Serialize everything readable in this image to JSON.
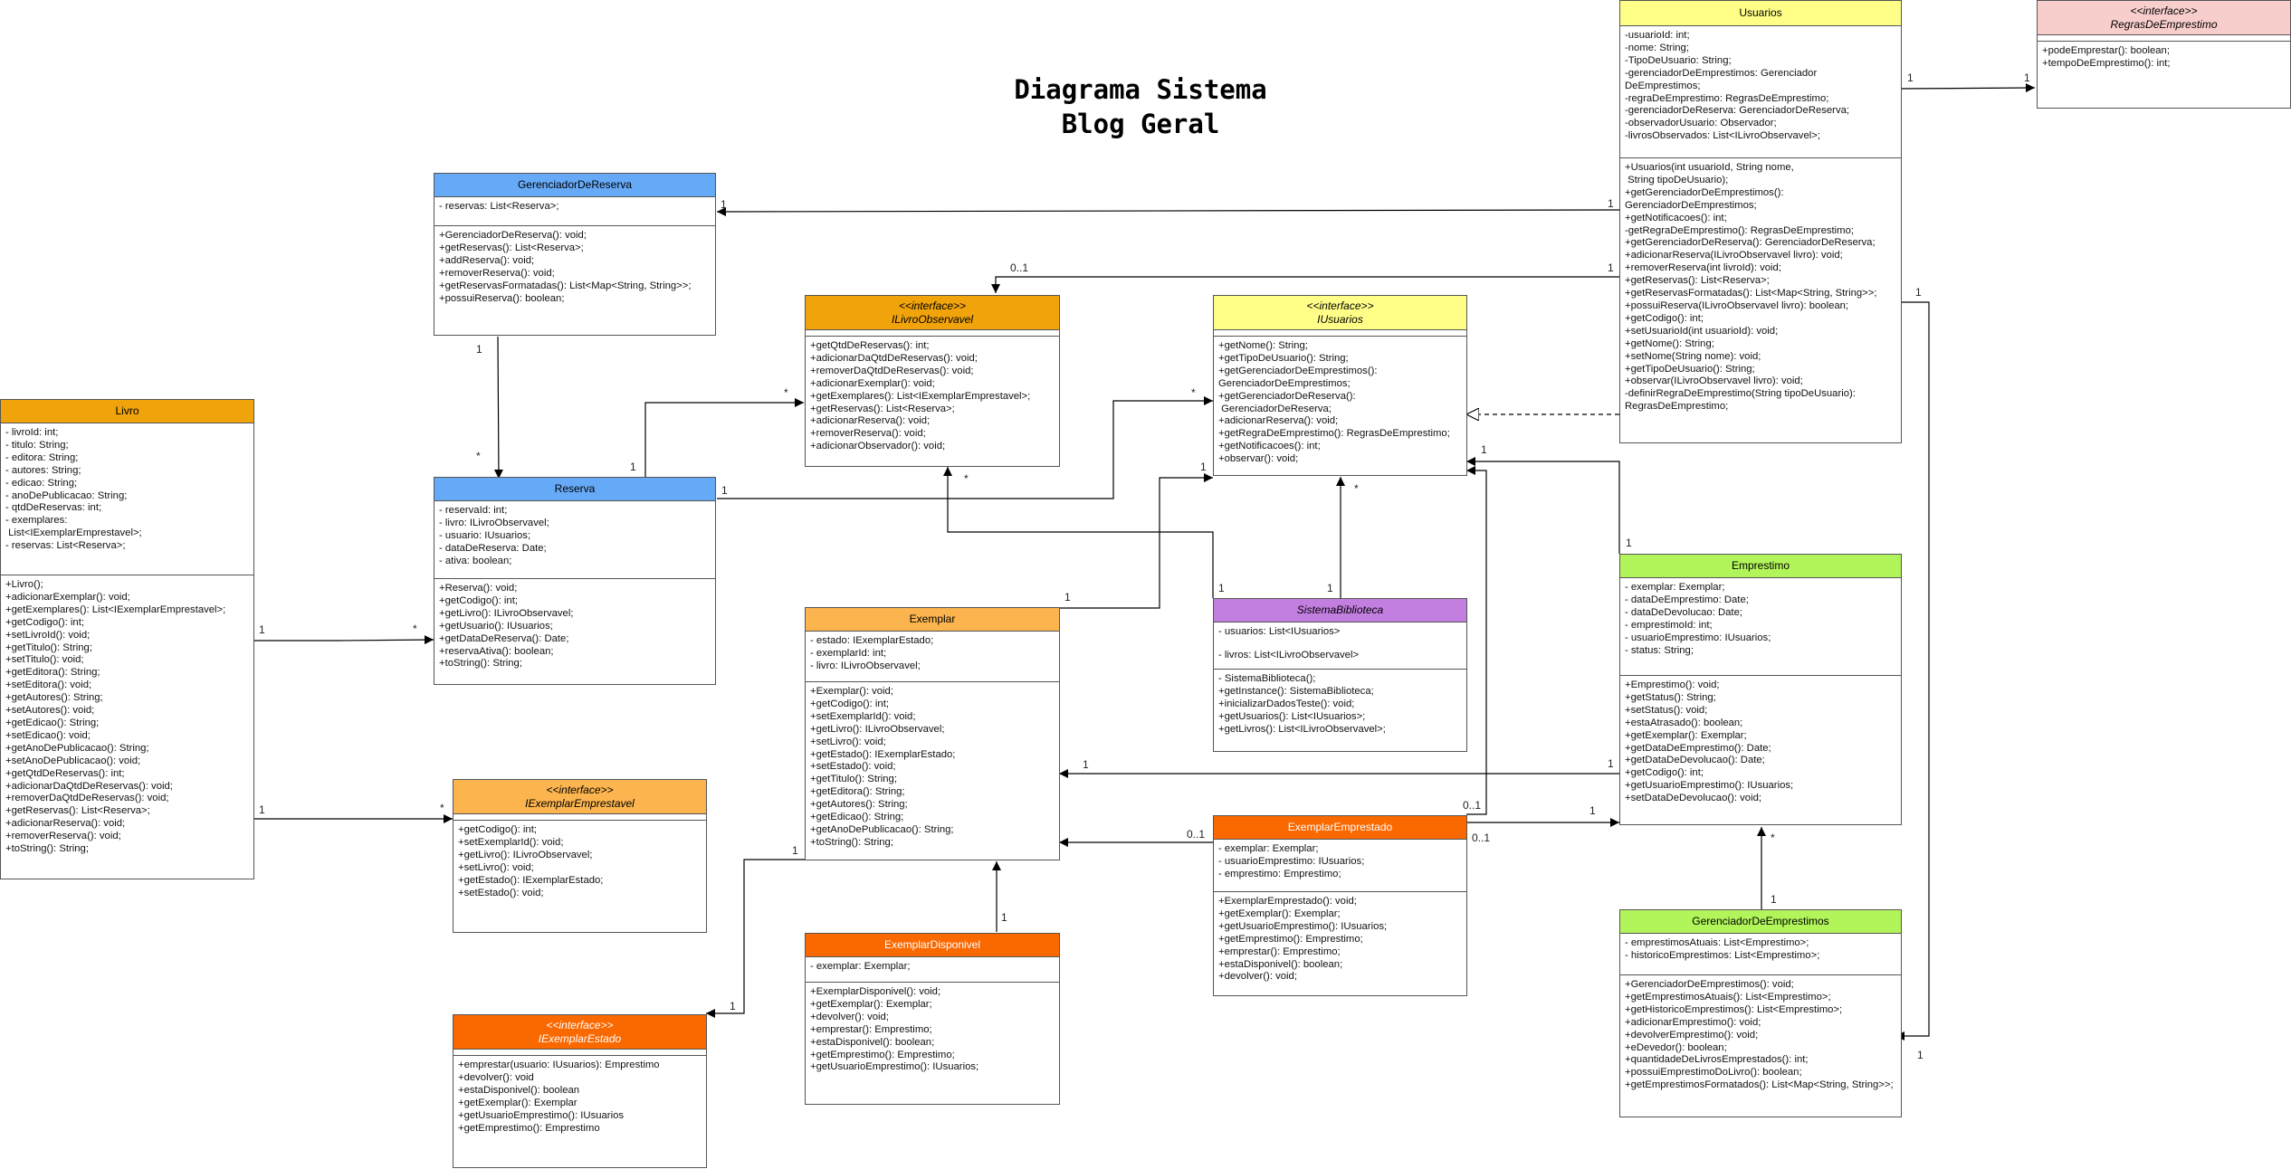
{
  "title": [
    "Diagrama Sistema",
    "Blog Geral"
  ],
  "colors": {
    "blue": "#66aaf7",
    "orange": "#f0a30a",
    "light_orange": "#fbb44e",
    "dark_orange": "#fa6800",
    "yellow": "#ffff88",
    "pink": "#f8cecc",
    "purple": "#c27fe0",
    "green": "#b1f55a"
  },
  "classes": {
    "usuarios": {
      "stereotype": "",
      "name": "Usuarios",
      "attributes": "-usuarioId: int;\n-nome: String;\n-TipoDeUsuario: String;\n-gerenciadorDeEmprestimos: Gerenciador\nDeEmprestimos;\n-regraDeEmprestimo: RegrasDeEmprestimo;\n-gerenciadorDeReserva: GerenciadorDeReserva;\n-observadorUsuario: Observador;\n-livrosObservados: List<ILivroObservavel>;",
      "methods": "+Usuarios(int usuarioId, String nome,\n String tipoDeUsuario);\n+getGerenciadorDeEmprestimos():\nGerenciadorDeEmprestimos;\n+getNotificacoes(): int;\n-getRegraDeEmprestimo(): RegrasDeEmprestimo;\n+getGerenciadorDeReserva(): GerenciadorDeReserva;\n+adicionarReserva(ILivroObservavel livro): void;\n+removerReserva(int livroId): void;\n+getReservas(): List<Reserva>;\n+getReservasFormatadas(): List<Map<String, String>>;\n+possuiReserva(ILivroObservavel livro): boolean;\n+getCodigo(): int;\n+setUsuarioId(int usuarioId): void;\n+getNome(): String;\n+setNome(String nome): void;\n+getTipoDeUsuario(): String;\n+observar(ILivroObservavel livro): void;\n-definirRegraDeEmprestimo(String tipoDeUsuario):\nRegrasDeEmprestimo;"
    },
    "regras": {
      "stereotype": "<<interface>>",
      "name": "RegrasDeEmprestimo",
      "attributes": "",
      "methods": "+podeEmprestar(): boolean;\n+tempoDeEmprestimo(): int;"
    },
    "gerenciadorReserva": {
      "stereotype": "",
      "name": "GerenciadorDeReserva",
      "attributes": "- reservas: List<Reserva>;",
      "methods": "+GerenciadorDeReserva(): void;\n+getReservas(): List<Reserva>;\n+addReserva(): void;\n+removerReserva(): void;\n+getReservasFormatadas(): List<Map<String, String>>;\n+possuiReserva(): boolean;"
    },
    "ilivro": {
      "stereotype": "<<interface>>",
      "name": "ILivroObservavel",
      "attributes": "",
      "methods": "+getQtdDeReservas(): int;\n+adicionarDaQtdDeReservas(): void;\n+removerDaQtdDeReservas(): void;\n+adicionarExemplar(): void;\n+getExemplares(): List<IExemplarEmprestavel>;\n+getReservas(): List<Reserva>;\n+adicionarReserva(): void;\n+removerReserva(): void;\n+adicionarObservador(): void;"
    },
    "iusuarios": {
      "stereotype": "<<interface>>",
      "name": "IUsuarios",
      "attributes": "",
      "methods": "+getNome(): String;\n+getTipoDeUsuario(): String;\n+getGerenciadorDeEmprestimos():\nGerenciadorDeEmprestimos;\n+getGerenciadorDeReserva():\n GerenciadorDeReserva;\n+adicionarReserva(): void;\n+getRegraDeEmprestimo(): RegrasDeEmprestimo;\n+getNotificacoes(): int;\n+observar(): void;"
    },
    "livro": {
      "stereotype": "",
      "name": "Livro",
      "attributes": "- livroId: int;\n- titulo: String;\n- editora: String;\n- autores: String;\n- edicao: String;\n- anoDePublicacao: String;\n- qtdDeReservas: int;\n- exemplares:\n List<IExemplarEmprestavel>;\n- reservas: List<Reserva>;",
      "methods": "+Livro();\n+adicionarExemplar(): void;\n+getExemplares(): List<IExemplarEmprestavel>;\n+getCodigo(): int;\n+setLivroId(): void;\n+getTitulo(): String;\n+setTitulo(): void;\n+getEditora(): String;\n+setEditora(): void;\n+getAutores(): String;\n+setAutores(): void;\n+getEdicao(): String;\n+setEdicao(): void;\n+getAnoDePublicacao(): String;\n+setAnoDePublicacao(): void;\n+getQtdDeReservas(): int;\n+adicionarDaQtdDeReservas(): void;\n+removerDaQtdDeReservas(): void;\n+getReservas(): List<Reserva>;\n+adicionarReserva(): void;\n+removerReserva(): void;\n+toString(): String;"
    },
    "reserva": {
      "stereotype": "",
      "name": "Reserva",
      "attributes": "- reservaId: int;\n- livro: ILivroObservavel;\n- usuario: IUsuarios;\n- dataDeReserva: Date;\n- ativa: boolean;",
      "methods": "+Reserva(): void;\n+getCodigo(): int;\n+getLivro(): ILivroObservavel;\n+getUsuario(): IUsuarios;\n+getDataDeReserva(): Date;\n+reservaAtiva(): boolean;\n+toString(): String;"
    },
    "exemplar": {
      "stereotype": "",
      "name": "Exemplar",
      "attributes": "- estado: IExemplarEstado;\n- exemplarId: int;\n- livro: ILivroObservavel;",
      "methods": "+Exemplar(): void;\n+getCodigo(): int;\n+setExemplarId(): void;\n+getLivro(): ILivroObservavel;\n+setLivro(): void;\n+getEstado(): IExemplarEstado;\n+setEstado(): void;\n+getTitulo(): String;\n+getEditora(): String;\n+getAutores(): String;\n+getEdicao(): String;\n+getAnoDePublicacao(): String;\n+toString(): String;"
    },
    "sistema": {
      "stereotype": "",
      "name": "SistemaBiblioteca",
      "attributes": "- usuarios: List<IUsuarios>",
      "attributes2": "- livros: List<ILivroObservavel>",
      "methods": "- SistemaBiblioteca();\n+getInstance(): SistemaBiblioteca;\n+inicializarDadosTeste(): void;\n+getUsuarios(): List<IUsuarios>;\n+getLivros(): List<ILivroObservavel>;"
    },
    "emprestimo": {
      "stereotype": "",
      "name": "Emprestimo",
      "attributes": "- exemplar: Exemplar;\n- dataDeEmprestimo: Date;\n- dataDeDevolucao: Date;\n- emprestimoId: int;\n- usuarioEmprestimo: IUsuarios;\n- status: String;",
      "methods": "+Emprestimo(): void;\n+getStatus(): String;\n+setStatus(): void;\n+estaAtrasado(): boolean;\n+getExemplar(): Exemplar;\n+getDataDeEmprestimo(): Date;\n+getDataDeDevolucao(): Date;\n+getCodigo(): int;\n+getUsuarioEmprestimo(): IUsuarios;\n+setDataDeDevolucao(): void;"
    },
    "iemprestavel": {
      "stereotype": "<<interface>>",
      "name": "IExemplarEmprestavel",
      "attributes": "",
      "methods": "+getCodigo(): int;\n+setExemplarId(): void;\n+getLivro(): ILivroObservavel;\n+setLivro(): void;\n+getEstado(): IExemplarEstado;\n+setEstado(): void;"
    },
    "emprestado": {
      "stereotype": "",
      "name": "ExemplarEmprestado",
      "attributes": "- exemplar: Exemplar;\n- usuarioEmprestimo: IUsuarios;\n- emprestimo: Emprestimo;",
      "methods": "+ExemplarEmprestado(): void;\n+getExemplar(): Exemplar;\n+getUsuarioEmprestimo(): IUsuarios;\n+getEmprestimo(): Emprestimo;\n+emprestar(): Emprestimo;\n+estaDisponivel(): boolean;\n+devolver(): void;"
    },
    "gerenciadorEmprestimos": {
      "stereotype": "",
      "name": "GerenciadorDeEmprestimos",
      "attributes": "- emprestimosAtuais: List<Emprestimo>;\n- historicoEmprestimos: List<Emprestimo>;",
      "methods": "+GerenciadorDeEmprestimos(): void;\n+getEmprestimosAtuais(): List<Emprestimo>;\n+getHistoricoEmprestimos(): List<Emprestimo>;\n+adicionarEmprestimo(): void;\n+devolverEmprestimo(): void;\n+eDevedor(): boolean;\n+quantidadeDeLivrosEmprestados(): int;\n+possuiEmprestimoDoLivro(): boolean;\n+getEmprestimosFormatados(): List<Map<String, String>>;"
    },
    "disponivel": {
      "stereotype": "",
      "name": "ExemplarDisponivel",
      "attributes": "- exemplar: Exemplar;",
      "methods": "+ExemplarDisponivel(): void;\n+getExemplar(): Exemplar;\n+devolver(): void;\n+emprestar(): Emprestimo;\n+estaDisponivel(): boolean;\n+getEmprestimo(): Emprestimo;\n+getUsuarioEmprestimo(): IUsuarios;"
    },
    "iestado": {
      "stereotype": "<<interface>>",
      "name": "IExemplarEstado",
      "attributes": "",
      "methods": "+emprestar(usuario: IUsuarios): Emprestimo\n+devolver(): void\n+estaDisponivel(): boolean\n+getExemplar(): Exemplar\n+getUsuarioEmprestimo(): IUsuarios\n+getEmprestimo(): Emprestimo"
    }
  },
  "multiplicities": {
    "m1": "1",
    "m2": "1",
    "m3": "1",
    "m4": "0..1",
    "m5": "1",
    "m6": "1",
    "m7": "*",
    "m8": "1",
    "m9": "*",
    "m10": "1",
    "m11": "*",
    "m12": "1",
    "m13": "*",
    "m14": "*",
    "m15": "1",
    "m16": "1",
    "m17": "*",
    "m18": "1",
    "m19": "*",
    "m20": "1",
    "m21": "1",
    "m22": "1",
    "m23": "1",
    "m24": "1",
    "m25": "1",
    "m26": "0..1",
    "m27": "0..1",
    "m28": "1",
    "m29": "0..1",
    "m30": "1",
    "m31": "*",
    "m32": "1",
    "m33": "1",
    "m34": "1",
    "m35": "1",
    "m36": "1"
  }
}
